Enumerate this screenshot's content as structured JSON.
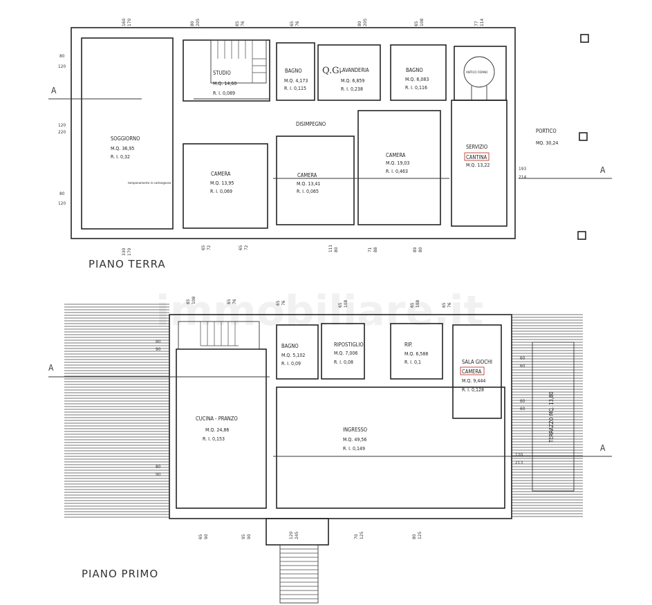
{
  "watermark": "immobiliare.it",
  "section_marker": "A",
  "ground_floor": {
    "title": "PIANO TERRA",
    "rooms": [
      {
        "name": "SOGGIORNO",
        "area": "M.Q. 36,95",
        "ri": "R. I.  0,32"
      },
      {
        "name": "STUDIO",
        "area": "M.Q. 14,60",
        "ri": "R. I. 0,089"
      },
      {
        "name": "BAGNO",
        "area": "M.Q. 4,173",
        "ri": "R. I. 0,115"
      },
      {
        "name": "LAVANDERIA",
        "area": "M.Q. 6,859",
        "ri": "R. I. 0,238"
      },
      {
        "name": "BAGNO",
        "area": "M.Q. 6,083",
        "ri": "R. I. 0,116"
      },
      {
        "name": "DISIMPEGNO"
      },
      {
        "name": "CAMERA",
        "area": "M.Q. 13,95",
        "ri": "R. I. 0,069"
      },
      {
        "name": "CAMERA",
        "area": "M.Q. 13,41",
        "ri": "R. I. 0,065"
      },
      {
        "name": "CAMERA",
        "area": "M.Q. 19,03",
        "ri": "R. I. 0,463"
      },
      {
        "name": "SERVIZIO",
        "name2": "CANTINA",
        "area": "M.Q. 13,22"
      },
      {
        "name": "ANTICO FORNO"
      },
      {
        "name": "PORTICO",
        "area": "MQ. 30,24"
      }
    ],
    "handwritten_note": "Q.G.",
    "small_note": "tamponamento in cartongesso",
    "dims_top": [
      [
        "160",
        "170"
      ],
      [
        "80",
        "205"
      ],
      [
        "65",
        "76"
      ],
      [
        "65",
        "76"
      ],
      [
        "80",
        "205"
      ],
      [
        "65",
        "108"
      ],
      [
        "77",
        "114"
      ]
    ],
    "dims_left": [
      [
        "80",
        "120"
      ],
      [
        "120",
        "220"
      ],
      [
        "80",
        "120"
      ]
    ],
    "dims_bottom": [
      [
        "330",
        "170"
      ],
      [
        "65",
        "72"
      ],
      [
        "65",
        "72"
      ],
      [
        "111",
        "80"
      ],
      [
        "71",
        "88"
      ],
      [
        "89",
        "80"
      ]
    ],
    "dims_right": [
      [
        "193",
        "214"
      ]
    ]
  },
  "first_floor": {
    "title": "PIANO PRIMO",
    "rooms": [
      {
        "name": "BAGNO",
        "area": "M.Q. 5,102",
        "ri": "R. I. 0,09"
      },
      {
        "name": "RIPOSTIGLIO",
        "area": "M.Q. 7,006",
        "ri": "R. I. 0,08"
      },
      {
        "name": "RIP.",
        "area": "M.Q. 6,588",
        "ri": "R. I. 0,1"
      },
      {
        "name": "SALA GIOCHI",
        "name2": "CAMERA",
        "area": "M.Q. 9,444",
        "ri": "R. I. 0,128"
      },
      {
        "name": "CUCINA - PRANZO",
        "area": "M.Q. 24,86",
        "ri": "R. I. 0,153"
      },
      {
        "name": "INGRESSO",
        "area": "M.Q. 49,56",
        "ri": "R. I. 0,149"
      },
      {
        "name": "TERRAZZO  MQ. 13,80"
      }
    ],
    "dims_top": [
      [
        "65",
        "108"
      ],
      [
        "65",
        "76"
      ],
      [
        "65",
        "76"
      ],
      [
        "65",
        "108"
      ],
      [
        "65",
        "108"
      ],
      [
        "65",
        "76"
      ]
    ],
    "dims_left": [
      [
        "80",
        "90"
      ],
      [
        "80",
        "90"
      ]
    ],
    "dims_right": [
      [
        "60",
        "60"
      ],
      [
        "60",
        "60"
      ],
      [
        "120",
        "213"
      ]
    ],
    "dims_bottom": [
      [
        "65",
        "90"
      ],
      [
        "95",
        "90"
      ],
      [
        "120",
        "245"
      ],
      [
        "70",
        "125"
      ],
      [
        "80",
        "125"
      ]
    ]
  },
  "colors": {
    "lines": "#222222",
    "highlight": "#c0392b"
  }
}
